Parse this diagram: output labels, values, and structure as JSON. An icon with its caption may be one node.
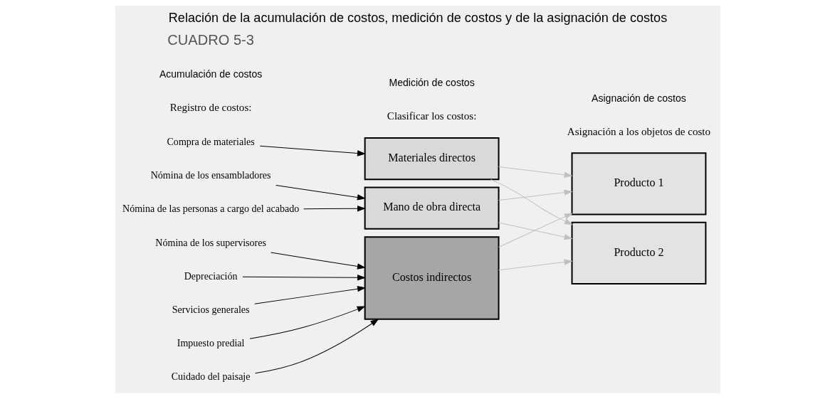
{
  "diagram": {
    "title": "Relación de la acumulación de costos, medición de costos y de la asignación de costos",
    "nodes": [
      {
        "text": [
          "Compra de materiales"
        ]
      },
      {
        "text": [
          "Nómina de los ensambladores"
        ]
      },
      {
        "text": [
          "Nómina de las personas a cargo del acabado"
        ]
      },
      {
        "text": [
          "Nómina de los supervisores"
        ]
      },
      {
        "text": [
          "Depreciación"
        ]
      },
      {
        "text": [
          "Servicios generales"
        ]
      },
      {
        "text": [
          "Impuesto predial"
        ]
      },
      {
        "text": [
          "Cuidado del paisaje"
        ]
      },
      {
        "text": [
          "Materiales directos"
        ]
      },
      {
        "text": [
          "Mano de obra directa"
        ]
      },
      {
        "text": [
          "Costos indirectos"
        ]
      },
      {
        "text": [
          "Producto 1"
        ]
      },
      {
        "text": [
          "Producto 2"
        ]
      }
    ],
    "edges": [
      {
        "from": 0,
        "to": 8,
        "arrow": "to"
      },
      {
        "from": 1,
        "to": 9,
        "arrow": "to"
      },
      {
        "from": 2,
        "to": 9,
        "arrow": "to"
      },
      {
        "from": 3,
        "to": 10,
        "arrow": "to"
      },
      {
        "from": 4,
        "to": 10,
        "arrow": "to"
      },
      {
        "from": 5,
        "to": 10,
        "arrow": "to"
      },
      {
        "from": 6,
        "to": 10,
        "arrow": "to"
      },
      {
        "from": 7,
        "to": 10,
        "arrow": "to"
      },
      {
        "from": 8,
        "to": 11,
        "arrow": "to",
        "color": "#c0c0c0"
      },
      {
        "from": 8,
        "to": 12,
        "arrow": "to",
        "color": "#c0c0c0"
      },
      {
        "from": 9,
        "to": 11,
        "arrow": "to",
        "color": "#c0c0c0"
      },
      {
        "from": 9,
        "to": 12,
        "arrow": "to",
        "color": "#c0c0c0"
      },
      {
        "from": 10,
        "to": 11,
        "arrow": "to",
        "color": "#c0c0c0"
      },
      {
        "from": 10,
        "to": 12,
        "arrow": "to",
        "color": "#c0c0c0"
      }
    ],
    "labels": [
      "CUADRO 5-3",
      "Acumulación de costos",
      "Medición de costos",
      "Asignación de costos",
      "Registro de costos:",
      "Clasificar los costos:",
      "Asignación a los objetos de costo"
    ]
  }
}
